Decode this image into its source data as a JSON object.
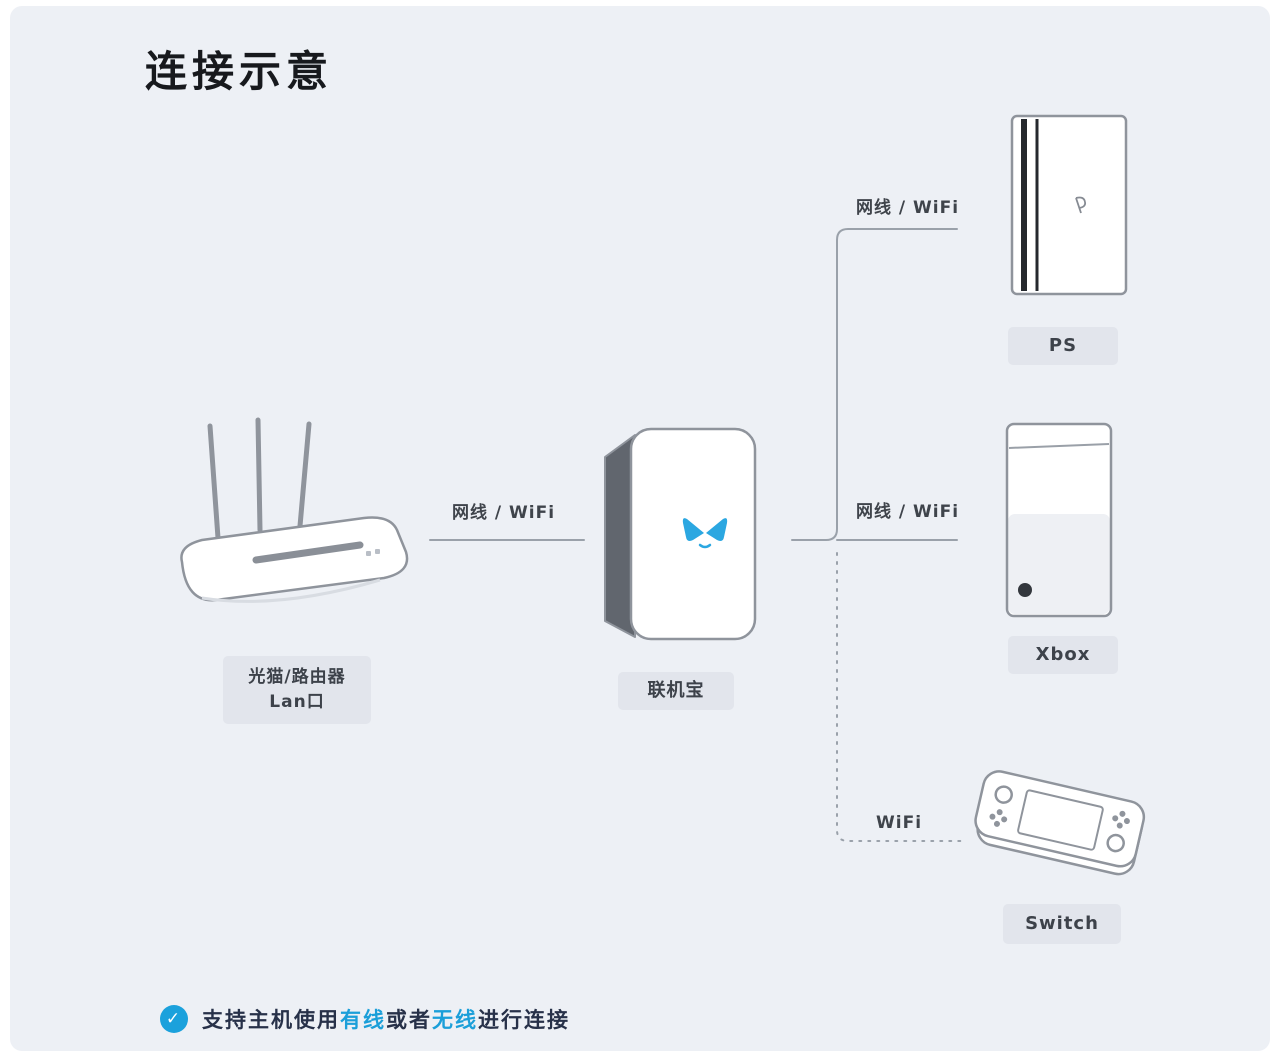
{
  "title": "连接示意",
  "devices": {
    "router": {
      "label_line1": "光猫/路由器",
      "label_line2": "Lan口"
    },
    "hub": {
      "label": "联机宝"
    },
    "ps": {
      "label": "PS"
    },
    "xbox": {
      "label": "Xbox"
    },
    "switch": {
      "label": "Switch"
    }
  },
  "links": {
    "router_hub": {
      "label": "网线 / WiFi",
      "style": "solid"
    },
    "hub_ps": {
      "label": "网线 / WiFi",
      "style": "solid"
    },
    "hub_xbox": {
      "label": "网线 / WiFi",
      "style": "solid"
    },
    "hub_switch": {
      "label": "WiFi",
      "style": "dashed"
    }
  },
  "footnote": {
    "prefix": "支持主机使用",
    "wired": "有线",
    "conjunction": "或者",
    "wireless": "无线",
    "suffix": "进行连接"
  },
  "colors": {
    "background": "#edf0f5",
    "accent_blue": "#1ba1dc",
    "badge_bg": "#e2e5ec",
    "line_gray": "#9aa1aa",
    "outline_gray": "#8f949c"
  }
}
